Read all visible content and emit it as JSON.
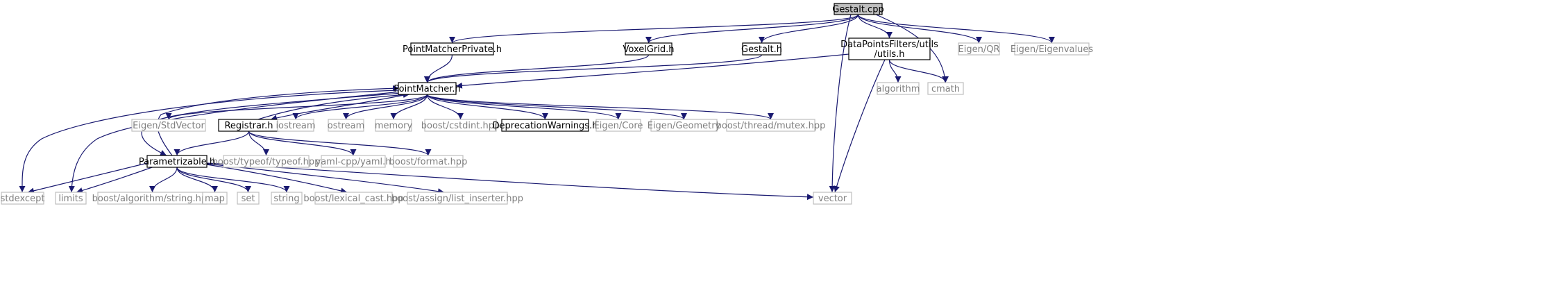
{
  "colors": {
    "edge": "#191970",
    "root_fill": "#bfbfbf",
    "documented_border": "#000000",
    "external_border": "#bfbfbf",
    "documented_text": "#000000",
    "external_text": "#7f7f7f",
    "background": "#ffffff"
  },
  "nodes": [
    {
      "id": "gestalt_cpp",
      "label": [
        "Gestalt.cpp"
      ],
      "kind": "root"
    },
    {
      "id": "pm_private",
      "label": [
        "PointMatcherPrivate.h"
      ],
      "kind": "documented"
    },
    {
      "id": "voxelgrid",
      "label": [
        "VoxelGrid.h"
      ],
      "kind": "documented"
    },
    {
      "id": "gestalt_h",
      "label": [
        "Gestalt.h"
      ],
      "kind": "documented"
    },
    {
      "id": "dpf_utils",
      "label": [
        "DataPointsFilters/utils",
        "/utils.h"
      ],
      "kind": "documented"
    },
    {
      "id": "eigen_qr",
      "label": [
        "Eigen/QR"
      ],
      "kind": "external"
    },
    {
      "id": "eigen_eigenvalues",
      "label": [
        "Eigen/Eigenvalues"
      ],
      "kind": "external"
    },
    {
      "id": "pointmatcher",
      "label": [
        "PointMatcher.h"
      ],
      "kind": "documented"
    },
    {
      "id": "algorithm",
      "label": [
        "algorithm"
      ],
      "kind": "external"
    },
    {
      "id": "cmath",
      "label": [
        "cmath"
      ],
      "kind": "external"
    },
    {
      "id": "eigen_stdvector",
      "label": [
        "Eigen/StdVector"
      ],
      "kind": "external"
    },
    {
      "id": "registrar",
      "label": [
        "Registrar.h"
      ],
      "kind": "documented"
    },
    {
      "id": "iostream",
      "label": [
        "iostream"
      ],
      "kind": "external"
    },
    {
      "id": "ostream",
      "label": [
        "ostream"
      ],
      "kind": "external"
    },
    {
      "id": "memory",
      "label": [
        "memory"
      ],
      "kind": "external"
    },
    {
      "id": "cstdint",
      "label": [
        "boost/cstdint.hpp"
      ],
      "kind": "external"
    },
    {
      "id": "deprecation",
      "label": [
        "DeprecationWarnings.h"
      ],
      "kind": "documented"
    },
    {
      "id": "eigen_core",
      "label": [
        "Eigen/Core"
      ],
      "kind": "external"
    },
    {
      "id": "eigen_geometry",
      "label": [
        "Eigen/Geometry"
      ],
      "kind": "external"
    },
    {
      "id": "mutex",
      "label": [
        "boost/thread/mutex.hpp"
      ],
      "kind": "external"
    },
    {
      "id": "typeof",
      "label": [
        "boost/typeof/typeof.hpp"
      ],
      "kind": "external"
    },
    {
      "id": "yaml",
      "label": [
        "yaml-cpp/yaml.h"
      ],
      "kind": "external"
    },
    {
      "id": "format",
      "label": [
        "boost/format.hpp"
      ],
      "kind": "external"
    },
    {
      "id": "parametrizable",
      "label": [
        "Parametrizable.h"
      ],
      "kind": "documented"
    },
    {
      "id": "stdexcept",
      "label": [
        "stdexcept"
      ],
      "kind": "external"
    },
    {
      "id": "limits",
      "label": [
        "limits"
      ],
      "kind": "external"
    },
    {
      "id": "alg_string",
      "label": [
        "boost/algorithm/string.hpp"
      ],
      "kind": "external"
    },
    {
      "id": "map",
      "label": [
        "map"
      ],
      "kind": "external"
    },
    {
      "id": "set",
      "label": [
        "set"
      ],
      "kind": "external"
    },
    {
      "id": "string",
      "label": [
        "string"
      ],
      "kind": "external"
    },
    {
      "id": "lexical_cast",
      "label": [
        "boost/lexical_cast.hpp"
      ],
      "kind": "external"
    },
    {
      "id": "list_inserter",
      "label": [
        "boost/assign/list_inserter.hpp"
      ],
      "kind": "external"
    },
    {
      "id": "vector",
      "label": [
        "vector"
      ],
      "kind": "external"
    }
  ],
  "edges": [
    [
      "gestalt_cpp",
      "pm_private"
    ],
    [
      "gestalt_cpp",
      "voxelgrid"
    ],
    [
      "gestalt_cpp",
      "gestalt_h"
    ],
    [
      "gestalt_cpp",
      "dpf_utils"
    ],
    [
      "gestalt_cpp",
      "eigen_qr"
    ],
    [
      "gestalt_cpp",
      "eigen_eigenvalues"
    ],
    [
      "gestalt_cpp",
      "cmath"
    ],
    [
      "gestalt_cpp",
      "vector"
    ],
    [
      "pm_private",
      "pointmatcher"
    ],
    [
      "voxelgrid",
      "pointmatcher"
    ],
    [
      "gestalt_h",
      "pointmatcher"
    ],
    [
      "dpf_utils",
      "pointmatcher"
    ],
    [
      "dpf_utils",
      "algorithm"
    ],
    [
      "dpf_utils",
      "cmath"
    ],
    [
      "dpf_utils",
      "vector"
    ],
    [
      "pointmatcher",
      "stdexcept"
    ],
    [
      "pointmatcher",
      "limits"
    ],
    [
      "pointmatcher",
      "eigen_stdvector"
    ],
    [
      "pointmatcher",
      "registrar"
    ],
    [
      "pointmatcher",
      "iostream"
    ],
    [
      "pointmatcher",
      "ostream"
    ],
    [
      "pointmatcher",
      "memory"
    ],
    [
      "pointmatcher",
      "cstdint"
    ],
    [
      "pointmatcher",
      "deprecation"
    ],
    [
      "pointmatcher",
      "eigen_core"
    ],
    [
      "pointmatcher",
      "eigen_geometry"
    ],
    [
      "pointmatcher",
      "mutex"
    ],
    [
      "pointmatcher",
      "parametrizable"
    ],
    [
      "registrar",
      "pointmatcher"
    ],
    [
      "registrar",
      "typeof"
    ],
    [
      "registrar",
      "yaml"
    ],
    [
      "registrar",
      "format"
    ],
    [
      "registrar",
      "parametrizable"
    ],
    [
      "parametrizable",
      "stdexcept"
    ],
    [
      "parametrizable",
      "limits"
    ],
    [
      "parametrizable",
      "alg_string"
    ],
    [
      "parametrizable",
      "map"
    ],
    [
      "parametrizable",
      "set"
    ],
    [
      "parametrizable",
      "string"
    ],
    [
      "parametrizable",
      "lexical_cast"
    ],
    [
      "parametrizable",
      "list_inserter"
    ],
    [
      "parametrizable",
      "vector"
    ],
    [
      "parametrizable",
      "pointmatcher"
    ]
  ]
}
